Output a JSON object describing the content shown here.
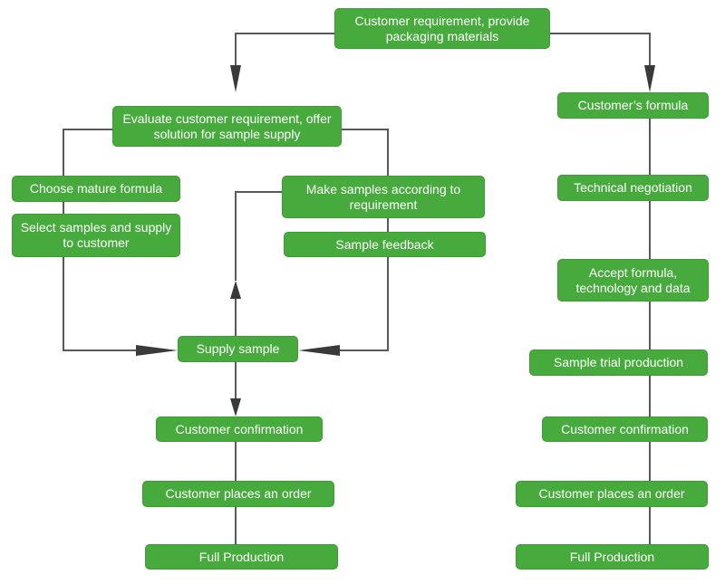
{
  "nodes": {
    "top": "Customer requirement, provide packaging materials",
    "evaluate": "Evaluate customer requirement, offer solution for sample supply",
    "mature_formula": "Choose mature formula",
    "select_samples": "Select samples and supply to customer",
    "make_samples": "Make samples according to requirement",
    "sample_feedback": "Sample feedback",
    "supply_sample": "Supply sample",
    "left_confirmation": "Customer confirmation",
    "left_order": "Customer places an order",
    "left_production": "Full Production",
    "customer_formula": "Customer’s formula",
    "technical_negotiation": "Technical negotiation",
    "accept_formula": "Accept formula, technology and data",
    "trial_production": "Sample trial production",
    "right_confirmation": "Customer confirmation",
    "right_order": "Customer places an order",
    "right_production": "Full Production"
  },
  "colors": {
    "node_fill": "#47aa3c",
    "node_text": "#ffffff",
    "connector": "#555555"
  }
}
